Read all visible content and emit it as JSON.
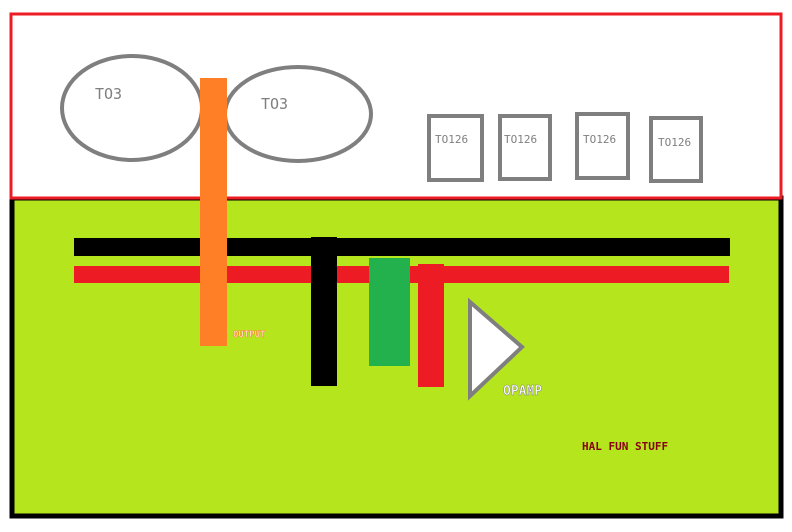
{
  "heatsink": {
    "to3_label": "TO3",
    "to3_count": 2,
    "to126_label": "TO126",
    "to126_count": 4
  },
  "board": {
    "output_label": "OUTPUT",
    "opamp_label": "OPAMP",
    "footer_label": "HAL FUN STUFF"
  },
  "colors": {
    "heatsink_border": "#ed1c24",
    "heatsink_fill": "#ffffff",
    "board_fill": "#b5e61d",
    "board_border": "#000000",
    "component_outline": "#7f7f7f",
    "output_strip": "#ff7f27",
    "rail_black": "#000000",
    "rail_red": "#ed1c24",
    "green_block": "#22b14c",
    "footer_text": "#880015",
    "opamp_fill": "#ffffff"
  }
}
